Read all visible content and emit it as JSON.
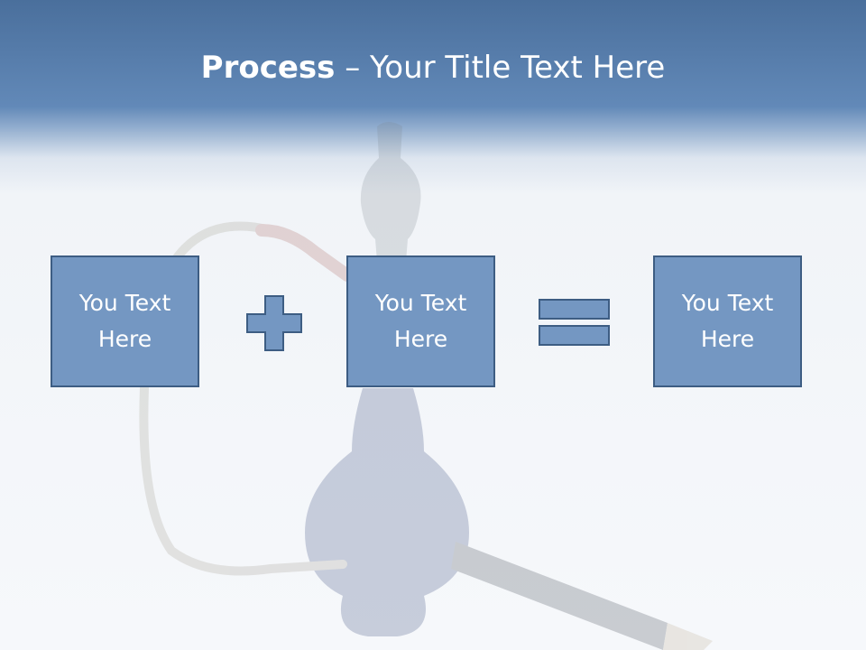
{
  "slide": {
    "title_bold": "Process",
    "title_dash": " – ",
    "title_rest": "Your Title Text Here",
    "boxes": [
      {
        "text": "You Text Here"
      },
      {
        "text": "You Text Here"
      },
      {
        "text": "You Text Here"
      }
    ],
    "operators": [
      "plus-icon",
      "equals-icon"
    ],
    "colors": {
      "header": "#5d86b6",
      "box_fill": "#7497c2",
      "box_border": "#3d5d83"
    },
    "background_image": "hookah"
  }
}
